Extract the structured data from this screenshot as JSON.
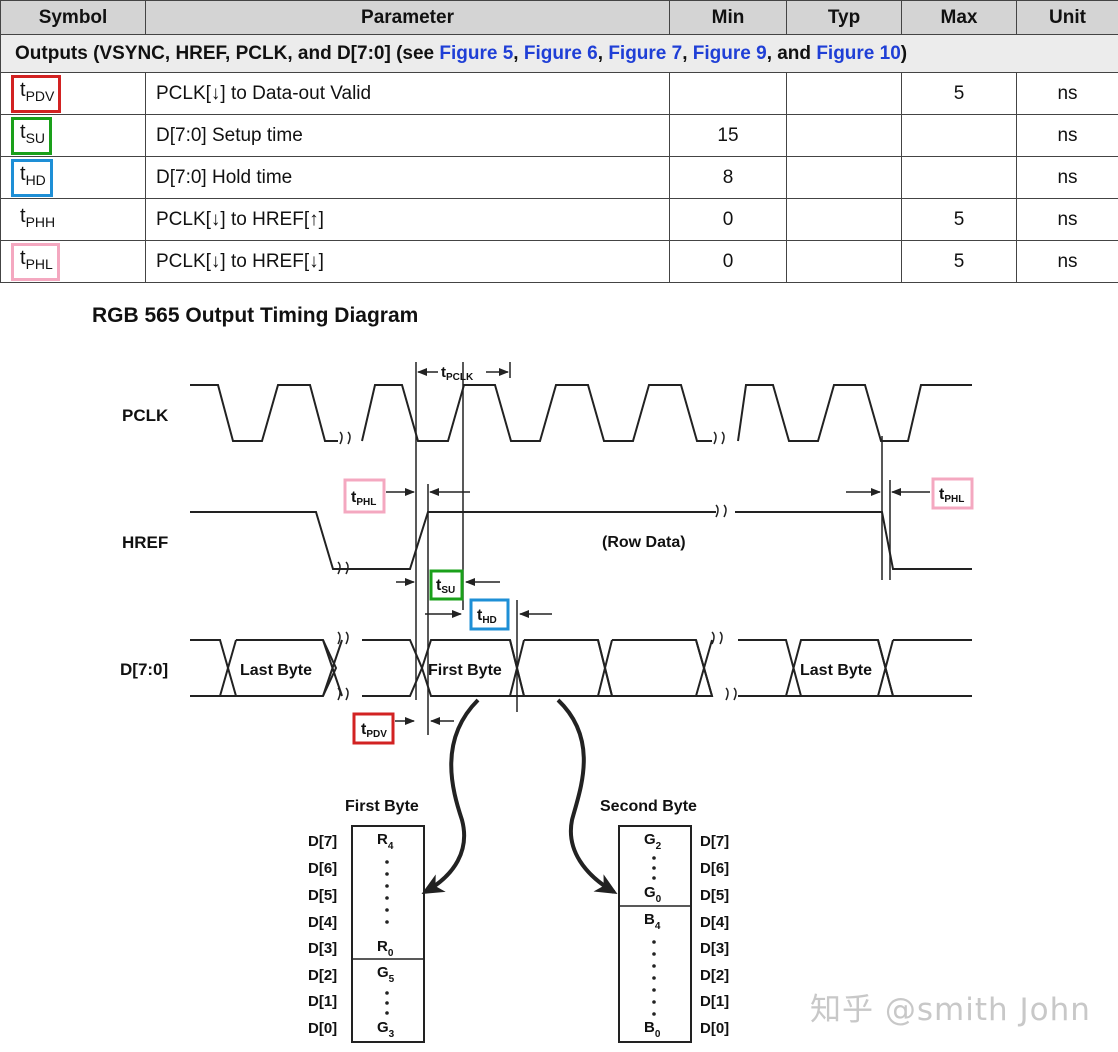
{
  "table": {
    "headers": [
      "Symbol",
      "Parameter",
      "Min",
      "Typ",
      "Max",
      "Unit"
    ],
    "section": {
      "prefix": "Outputs (VSYNC, HREF, PCLK, and D[7:0] (see ",
      "fig1": "Figure 5",
      "sep1": ", ",
      "fig2": "Figure 6",
      "sep2": ", ",
      "fig3": "Figure 7",
      "sep3": ", ",
      "fig4": "Figure 9",
      "sep4": ", and ",
      "fig5": "Figure 10",
      "suffix": ")"
    },
    "rows": [
      {
        "sym": "t",
        "sub": "PDV",
        "param": "PCLK[↓] to Data-out Valid",
        "min": "",
        "typ": "",
        "max": "5",
        "unit": "ns"
      },
      {
        "sym": "t",
        "sub": "SU",
        "param": "D[7:0] Setup time",
        "min": "15",
        "typ": "",
        "max": "",
        "unit": "ns"
      },
      {
        "sym": "t",
        "sub": "HD",
        "param": "D[7:0] Hold time",
        "min": "8",
        "typ": "",
        "max": "",
        "unit": "ns"
      },
      {
        "sym": "t",
        "sub": "PHH",
        "param": "PCLK[↓] to HREF[↑]",
        "min": "0",
        "typ": "",
        "max": "5",
        "unit": "ns"
      },
      {
        "sym": "t",
        "sub": "PHL",
        "param": "PCLK[↓] to HREF[↓]",
        "min": "0",
        "typ": "",
        "max": "5",
        "unit": "ns"
      }
    ]
  },
  "diagram": {
    "title": "RGB 565 Output Timing Diagram",
    "signals": {
      "pclk": "PCLK",
      "href": "HREF",
      "data": "D[7:0]"
    },
    "labels": {
      "t": "t",
      "pclk_sub": "PCLK",
      "phl_sub": "PHL",
      "su_sub": "SU",
      "hd_sub": "HD",
      "pdv_sub": "PDV",
      "row_data": "(Row Data)",
      "last_byte": "Last Byte",
      "first_byte": "First Byte"
    },
    "first_byte": {
      "title": "First Byte",
      "pins": [
        "D[7]",
        "D[6]",
        "D[5]",
        "D[4]",
        "D[3]",
        "D[2]",
        "D[1]",
        "D[0]"
      ],
      "bits": [
        {
          "main": "R",
          "sub": "4"
        },
        {
          "main": "R",
          "sub": "0"
        },
        {
          "main": "G",
          "sub": "5"
        },
        {
          "main": "G",
          "sub": "3"
        }
      ]
    },
    "second_byte": {
      "title": "Second Byte",
      "pins": [
        "D[7]",
        "D[6]",
        "D[5]",
        "D[4]",
        "D[3]",
        "D[2]",
        "D[1]",
        "D[0]"
      ],
      "bits": [
        {
          "main": "G",
          "sub": "2"
        },
        {
          "main": "G",
          "sub": "0"
        },
        {
          "main": "B",
          "sub": "4"
        },
        {
          "main": "B",
          "sub": "0"
        }
      ]
    }
  },
  "watermark": "知乎 @smith John",
  "colors": {
    "red": "#d22222",
    "green": "#1aa01a",
    "blue": "#1e8fd6",
    "pink": "#f4a8c0",
    "link": "#1f3fd6"
  }
}
